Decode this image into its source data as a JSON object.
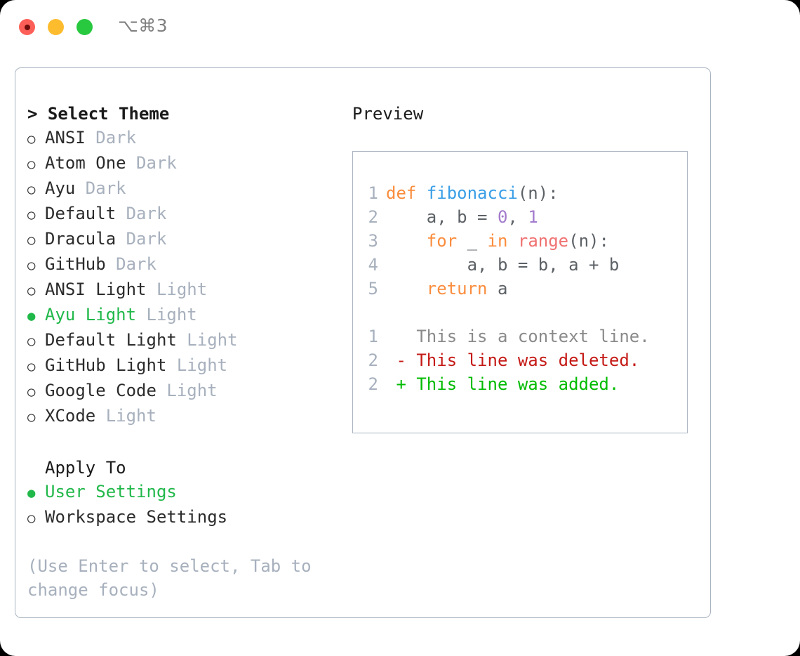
{
  "window": {
    "shortcut": "⌥⌘3",
    "traffic_lights": [
      {
        "name": "close",
        "color": "#fc5f58",
        "has_dot": true
      },
      {
        "name": "minimize",
        "color": "#fdbc2e",
        "has_dot": false
      },
      {
        "name": "zoom",
        "color": "#28c83f",
        "has_dot": false
      }
    ]
  },
  "theme_section": {
    "caret": "> ",
    "title": "Select Theme",
    "focused": true,
    "options": [
      {
        "marker": "○",
        "label": "ANSI",
        "suffix": " Dark",
        "selected": false
      },
      {
        "marker": "○",
        "label": "Atom One",
        "suffix": " Dark",
        "selected": false
      },
      {
        "marker": "○",
        "label": "Ayu",
        "suffix": " Dark",
        "selected": false
      },
      {
        "marker": "○",
        "label": "Default",
        "suffix": " Dark",
        "selected": false
      },
      {
        "marker": "○",
        "label": "Dracula",
        "suffix": " Dark",
        "selected": false
      },
      {
        "marker": "○",
        "label": "GitHub",
        "suffix": " Dark",
        "selected": false
      },
      {
        "marker": "○",
        "label": "ANSI Light",
        "suffix": " Light",
        "selected": false
      },
      {
        "marker": "●",
        "label": "Ayu Light",
        "suffix": " Light",
        "selected": true
      },
      {
        "marker": "○",
        "label": "Default Light",
        "suffix": " Light",
        "selected": false
      },
      {
        "marker": "○",
        "label": "GitHub Light",
        "suffix": " Light",
        "selected": false
      },
      {
        "marker": "○",
        "label": "Google Code",
        "suffix": " Light",
        "selected": false
      },
      {
        "marker": "○",
        "label": "XCode",
        "suffix": " Light",
        "selected": false
      }
    ]
  },
  "apply_section": {
    "title": "Apply To",
    "focused": false,
    "options": [
      {
        "marker": "●",
        "label": "User Settings",
        "selected": true
      },
      {
        "marker": "○",
        "label": "Workspace Settings",
        "selected": false
      }
    ]
  },
  "hint": "(Use Enter to select, Tab to change focus)",
  "preview": {
    "title": "Preview",
    "code_lines": [
      {
        "num": "1",
        "tokens": [
          {
            "t": "def",
            "c": "kw"
          },
          {
            "t": " ",
            "c": "plain"
          },
          {
            "t": "fibonacci",
            "c": "fn"
          },
          {
            "t": "(n):",
            "c": "plain"
          }
        ]
      },
      {
        "num": "2",
        "tokens": [
          {
            "t": "    a, b = ",
            "c": "plain"
          },
          {
            "t": "0",
            "c": "num"
          },
          {
            "t": ", ",
            "c": "plain"
          },
          {
            "t": "1",
            "c": "num"
          }
        ]
      },
      {
        "num": "3",
        "tokens": [
          {
            "t": "    ",
            "c": "plain"
          },
          {
            "t": "for",
            "c": "kw"
          },
          {
            "t": " _ ",
            "c": "plain"
          },
          {
            "t": "in",
            "c": "kw"
          },
          {
            "t": " ",
            "c": "plain"
          },
          {
            "t": "range",
            "c": "bi"
          },
          {
            "t": "(n):",
            "c": "plain"
          }
        ]
      },
      {
        "num": "4",
        "tokens": [
          {
            "t": "        a, b = b, a + b",
            "c": "plain"
          }
        ]
      },
      {
        "num": "5",
        "tokens": [
          {
            "t": "    ",
            "c": "plain"
          },
          {
            "t": "return",
            "c": "kw"
          },
          {
            "t": " a",
            "c": "plain"
          }
        ]
      }
    ],
    "diff_lines": [
      {
        "num": "1",
        "tokens": [
          {
            "t": "   This is a context line.",
            "c": "ctx"
          }
        ]
      },
      {
        "num": "2",
        "tokens": [
          {
            "t": " - This line was deleted.",
            "c": "del"
          }
        ]
      },
      {
        "num": "2",
        "tokens": [
          {
            "t": " + This line was added.",
            "c": "add"
          }
        ]
      }
    ]
  },
  "colors": {
    "accent_green": "#21b84a",
    "muted": "#a7b0bd",
    "border": "#aab4c0",
    "keyword": "#fa8d3e",
    "function": "#399ee6",
    "number": "#a37acc",
    "builtin": "#f07171",
    "diff_delete": "#c41a16",
    "diff_add": "#00bb00"
  }
}
